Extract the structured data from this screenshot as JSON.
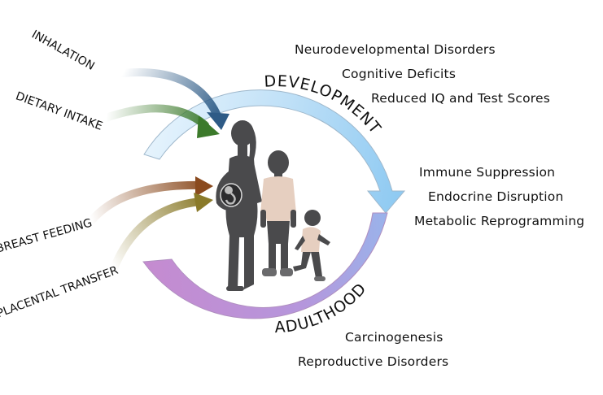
{
  "exposure_routes": [
    "INHALATION",
    "DIETARY INTAKE",
    "BREAST FEEDING",
    "PLACENTAL TRANSFER"
  ],
  "stages": {
    "development": "DEVELOPMENT",
    "adulthood": "ADULTHOOD"
  },
  "outcomes": {
    "development": [
      "Neurodevelopmental Disorders",
      "Cognitive Deficits",
      "Reduced IQ and Test Scores"
    ],
    "transition": [
      "Immune Suppression",
      "Endocrine Disruption",
      "Metabolic Reprogramming"
    ],
    "adulthood": [
      "Carcinogenesis",
      "Reproductive Disorders"
    ]
  },
  "colors": {
    "inhalation_arrow": "#2e5b86",
    "dietary_arrow": "#3c7a2b",
    "breastfeeding_arrow": "#8a4a1e",
    "placental_arrow": "#8a7a2a",
    "development_arc": "#8fcaf2",
    "adulthood_arc": "#c58bd0",
    "silhouette": "#4a4a4c",
    "child_shirt": "#e6cfc0"
  }
}
